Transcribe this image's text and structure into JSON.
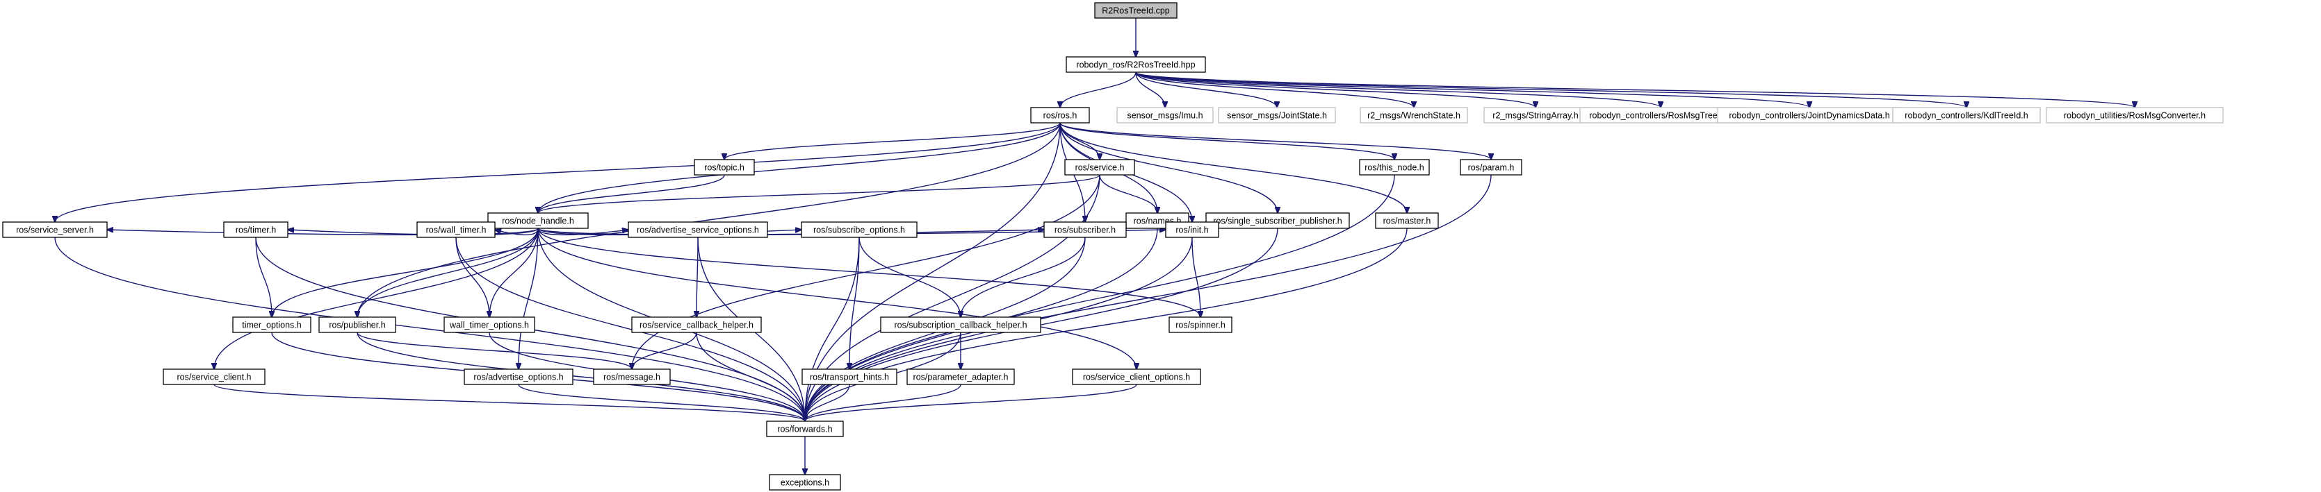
{
  "diagram": {
    "type": "include-dependency-graph",
    "colors": {
      "edge": "#191970",
      "root_fill": "#bfbfbf",
      "node_fill": "#ffffff",
      "external_border": "#bfbfbf",
      "node_border": "#000000"
    },
    "nodes": [
      {
        "id": "root",
        "label": "R2RosTreeId.cpp"
      },
      {
        "id": "treeid_hpp",
        "label": "robodyn_ros/R2RosTreeId.hpp"
      },
      {
        "id": "ros_h",
        "label": "ros/ros.h"
      },
      {
        "id": "imu",
        "label": "sensor_msgs/Imu.h"
      },
      {
        "id": "jointstate",
        "label": "sensor_msgs/JointState.h"
      },
      {
        "id": "wrench",
        "label": "r2_msgs/WrenchState.h"
      },
      {
        "id": "stringarray",
        "label": "r2_msgs/StringArray.h"
      },
      {
        "id": "rosmsgtreeid",
        "label": "robodyn_controllers/RosMsgTreeId.h"
      },
      {
        "id": "jointdyn",
        "label": "robodyn_controllers/JointDynamicsData.h"
      },
      {
        "id": "kdltreeid",
        "label": "robodyn_controllers/KdlTreeId.h"
      },
      {
        "id": "rosmsgconv",
        "label": "robodyn_utilities/RosMsgConverter.h"
      },
      {
        "id": "topic_h",
        "label": "ros/topic.h"
      },
      {
        "id": "service_h",
        "label": "ros/service.h"
      },
      {
        "id": "this_node",
        "label": "ros/this_node.h"
      },
      {
        "id": "param_h",
        "label": "ros/param.h"
      },
      {
        "id": "node_handle",
        "label": "ros/node_handle.h"
      },
      {
        "id": "names_h",
        "label": "ros/names.h"
      },
      {
        "id": "single_sub_pub",
        "label": "ros/single_subscriber_publisher.h"
      },
      {
        "id": "master_h",
        "label": "ros/master.h"
      },
      {
        "id": "service_server",
        "label": "ros/service_server.h"
      },
      {
        "id": "timer_h",
        "label": "ros/timer.h"
      },
      {
        "id": "wall_timer",
        "label": "ros/wall_timer.h"
      },
      {
        "id": "adv_srv_opts",
        "label": "ros/advertise_service_options.h"
      },
      {
        "id": "sub_opts",
        "label": "ros/subscribe_options.h"
      },
      {
        "id": "subscriber_h",
        "label": "ros/subscriber.h"
      },
      {
        "id": "init_h",
        "label": "ros/init.h"
      },
      {
        "id": "timer_opts",
        "label": "timer_options.h"
      },
      {
        "id": "publisher_h",
        "label": "ros/publisher.h"
      },
      {
        "id": "wall_timer_opts",
        "label": "wall_timer_options.h"
      },
      {
        "id": "srv_cb_helper",
        "label": "ros/service_callback_helper.h"
      },
      {
        "id": "sub_cb_helper",
        "label": "ros/subscription_callback_helper.h"
      },
      {
        "id": "spinner_h",
        "label": "ros/spinner.h"
      },
      {
        "id": "service_client",
        "label": "ros/service_client.h"
      },
      {
        "id": "adv_opts",
        "label": "ros/advertise_options.h"
      },
      {
        "id": "message_h",
        "label": "ros/message.h"
      },
      {
        "id": "transport_hints",
        "label": "ros/transport_hints.h"
      },
      {
        "id": "param_adapter",
        "label": "ros/parameter_adapter.h"
      },
      {
        "id": "srv_client_opts",
        "label": "ros/service_client_options.h"
      },
      {
        "id": "forwards_h",
        "label": "ros/forwards.h"
      },
      {
        "id": "exceptions_h",
        "label": "exceptions.h"
      }
    ],
    "edges": [
      [
        "root",
        "treeid_hpp"
      ],
      [
        "treeid_hpp",
        "ros_h"
      ],
      [
        "treeid_hpp",
        "imu"
      ],
      [
        "treeid_hpp",
        "jointstate"
      ],
      [
        "treeid_hpp",
        "wrench"
      ],
      [
        "treeid_hpp",
        "stringarray"
      ],
      [
        "treeid_hpp",
        "rosmsgtreeid"
      ],
      [
        "treeid_hpp",
        "jointdyn"
      ],
      [
        "treeid_hpp",
        "kdltreeid"
      ],
      [
        "treeid_hpp",
        "rosmsgconv"
      ],
      [
        "ros_h",
        "topic_h"
      ],
      [
        "ros_h",
        "service_h"
      ],
      [
        "ros_h",
        "this_node"
      ],
      [
        "ros_h",
        "param_h"
      ],
      [
        "ros_h",
        "node_handle"
      ],
      [
        "ros_h",
        "names_h"
      ],
      [
        "ros_h",
        "single_sub_pub"
      ],
      [
        "ros_h",
        "master_h"
      ],
      [
        "ros_h",
        "service_server"
      ],
      [
        "ros_h",
        "publisher_h"
      ],
      [
        "ros_h",
        "subscriber_h"
      ],
      [
        "ros_h",
        "init_h"
      ],
      [
        "ros_h",
        "forwards_h"
      ],
      [
        "topic_h",
        "node_handle"
      ],
      [
        "service_h",
        "node_handle"
      ],
      [
        "service_h",
        "names_h"
      ],
      [
        "service_h",
        "message_h"
      ],
      [
        "service_h",
        "forwards_h"
      ],
      [
        "this_node",
        "forwards_h"
      ],
      [
        "param_h",
        "forwards_h"
      ],
      [
        "names_h",
        "forwards_h"
      ],
      [
        "single_sub_pub",
        "forwards_h"
      ],
      [
        "master_h",
        "forwards_h"
      ],
      [
        "node_handle",
        "service_server"
      ],
      [
        "node_handle",
        "timer_h"
      ],
      [
        "node_handle",
        "wall_timer"
      ],
      [
        "node_handle",
        "adv_srv_opts"
      ],
      [
        "node_handle",
        "sub_opts"
      ],
      [
        "node_handle",
        "subscriber_h"
      ],
      [
        "node_handle",
        "init_h"
      ],
      [
        "node_handle",
        "publisher_h"
      ],
      [
        "node_handle",
        "timer_opts"
      ],
      [
        "node_handle",
        "wall_timer_opts"
      ],
      [
        "node_handle",
        "service_client"
      ],
      [
        "node_handle",
        "adv_opts"
      ],
      [
        "node_handle",
        "srv_client_opts"
      ],
      [
        "node_handle",
        "spinner_h"
      ],
      [
        "node_handle",
        "forwards_h"
      ],
      [
        "service_server",
        "forwards_h"
      ],
      [
        "timer_h",
        "timer_opts"
      ],
      [
        "timer_h",
        "forwards_h"
      ],
      [
        "wall_timer",
        "wall_timer_opts"
      ],
      [
        "wall_timer",
        "forwards_h"
      ],
      [
        "adv_srv_opts",
        "srv_cb_helper"
      ],
      [
        "adv_srv_opts",
        "forwards_h"
      ],
      [
        "sub_opts",
        "sub_cb_helper"
      ],
      [
        "sub_opts",
        "transport_hints"
      ],
      [
        "sub_opts",
        "forwards_h"
      ],
      [
        "subscriber_h",
        "sub_cb_helper"
      ],
      [
        "subscriber_h",
        "forwards_h"
      ],
      [
        "init_h",
        "spinner_h"
      ],
      [
        "init_h",
        "forwards_h"
      ],
      [
        "timer_opts",
        "forwards_h"
      ],
      [
        "publisher_h",
        "message_h"
      ],
      [
        "publisher_h",
        "forwards_h"
      ],
      [
        "wall_timer_opts",
        "forwards_h"
      ],
      [
        "srv_cb_helper",
        "message_h"
      ],
      [
        "srv_cb_helper",
        "forwards_h"
      ],
      [
        "sub_cb_helper",
        "param_adapter"
      ],
      [
        "sub_cb_helper",
        "forwards_h"
      ],
      [
        "service_client",
        "forwards_h"
      ],
      [
        "adv_opts",
        "forwards_h"
      ],
      [
        "transport_hints",
        "forwards_h"
      ],
      [
        "param_adapter",
        "forwards_h"
      ],
      [
        "srv_client_opts",
        "forwards_h"
      ],
      [
        "forwards_h",
        "exceptions_h"
      ]
    ]
  }
}
